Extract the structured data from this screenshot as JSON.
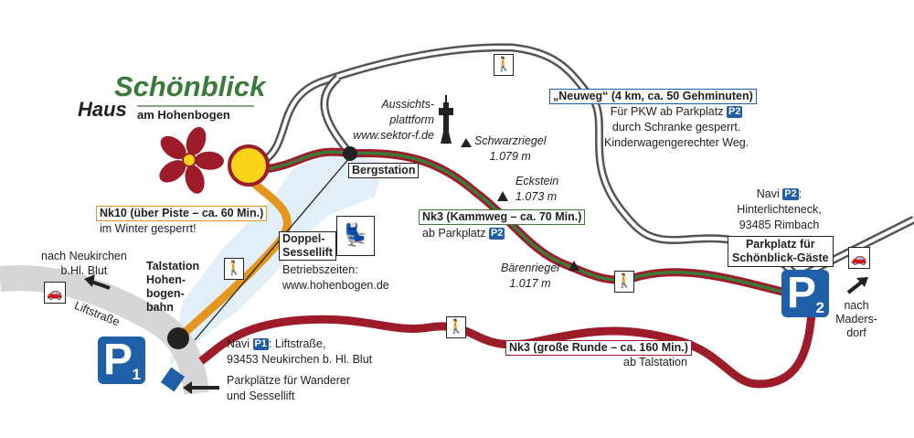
{
  "logo": {
    "brand": "Schönblick",
    "line1": "Haus",
    "line2": "am Hohenbogen"
  },
  "colors": {
    "green": "#3a7a3a",
    "red": "#9e1b2a",
    "orange": "#e5961f",
    "blue": "#1f5fa8",
    "yellow": "#f7d417",
    "road_gray": "#d6d6d6",
    "snow_blue": "#e3eff8"
  },
  "labels": {
    "aussicht": [
      "Aussichts-",
      "plattform",
      "www.sektor-f.de"
    ],
    "schwarzriegel": {
      "name": "Schwarzriegel",
      "height": "1.079 m"
    },
    "eckstein": {
      "name": "Eckstein",
      "height": "1.073 m"
    },
    "baerenriegel": {
      "name": "Bärenriegel",
      "height": "1.017 m"
    },
    "bergstation": "Bergstation",
    "nk10": {
      "title": "Nk10 (über Piste – ca. 60 Min.)",
      "note": "im Winter gesperrt!"
    },
    "lift": {
      "title1": "Doppel-",
      "title2": "Sessellift",
      "hours": "Betriebszeiten:",
      "url": "www.hohenbogen.de"
    },
    "nk3_kamm": {
      "title": "Nk3 (Kammweg – ca. 70 Min.)",
      "note": "ab Parkplatz",
      "p": "P2"
    },
    "neuweg": {
      "title": "„Neuweg“ (4 km, ca. 50 Gehminuten)",
      "line1": "Für PKW ab Parkplatz",
      "p": "P2",
      "line2": "durch Schranke gesperrt.",
      "line3": "Kinderwagengerechter Weg."
    },
    "navi_p2": {
      "navi": "Navi",
      "p": "P2",
      "colon": ":",
      "line1": "Hinterlichteneck,",
      "line2": "93485 Rimbach"
    },
    "parkplatz_gaeste": [
      "Parkplatz für",
      "Schönblick-Gäste"
    ],
    "madersdorf": [
      "nach",
      "Maders-",
      "dorf"
    ],
    "nk3_gross": {
      "title": "Nk3 (große Runde – ca. 160 Min.)",
      "note": "ab Talstation"
    },
    "navi_p1": {
      "navi": "Navi",
      "p": "P1",
      "line1": ": Liftstraße,",
      "line2": "93453 Neukirchen b. Hl. Blut"
    },
    "parkplaetze": [
      "Parkplätze für Wanderer",
      "und Sessellift"
    ],
    "neukirchen": [
      "nach Neukirchen",
      "b.Hl. Blut"
    ],
    "liftstrasse": "Liftstraße",
    "talstation": [
      "Talstation",
      "Hohen-",
      "bogen-",
      "bahn"
    ],
    "p1": {
      "letter": "P",
      "num": "1"
    },
    "p2": {
      "letter": "P",
      "num": "2"
    }
  }
}
